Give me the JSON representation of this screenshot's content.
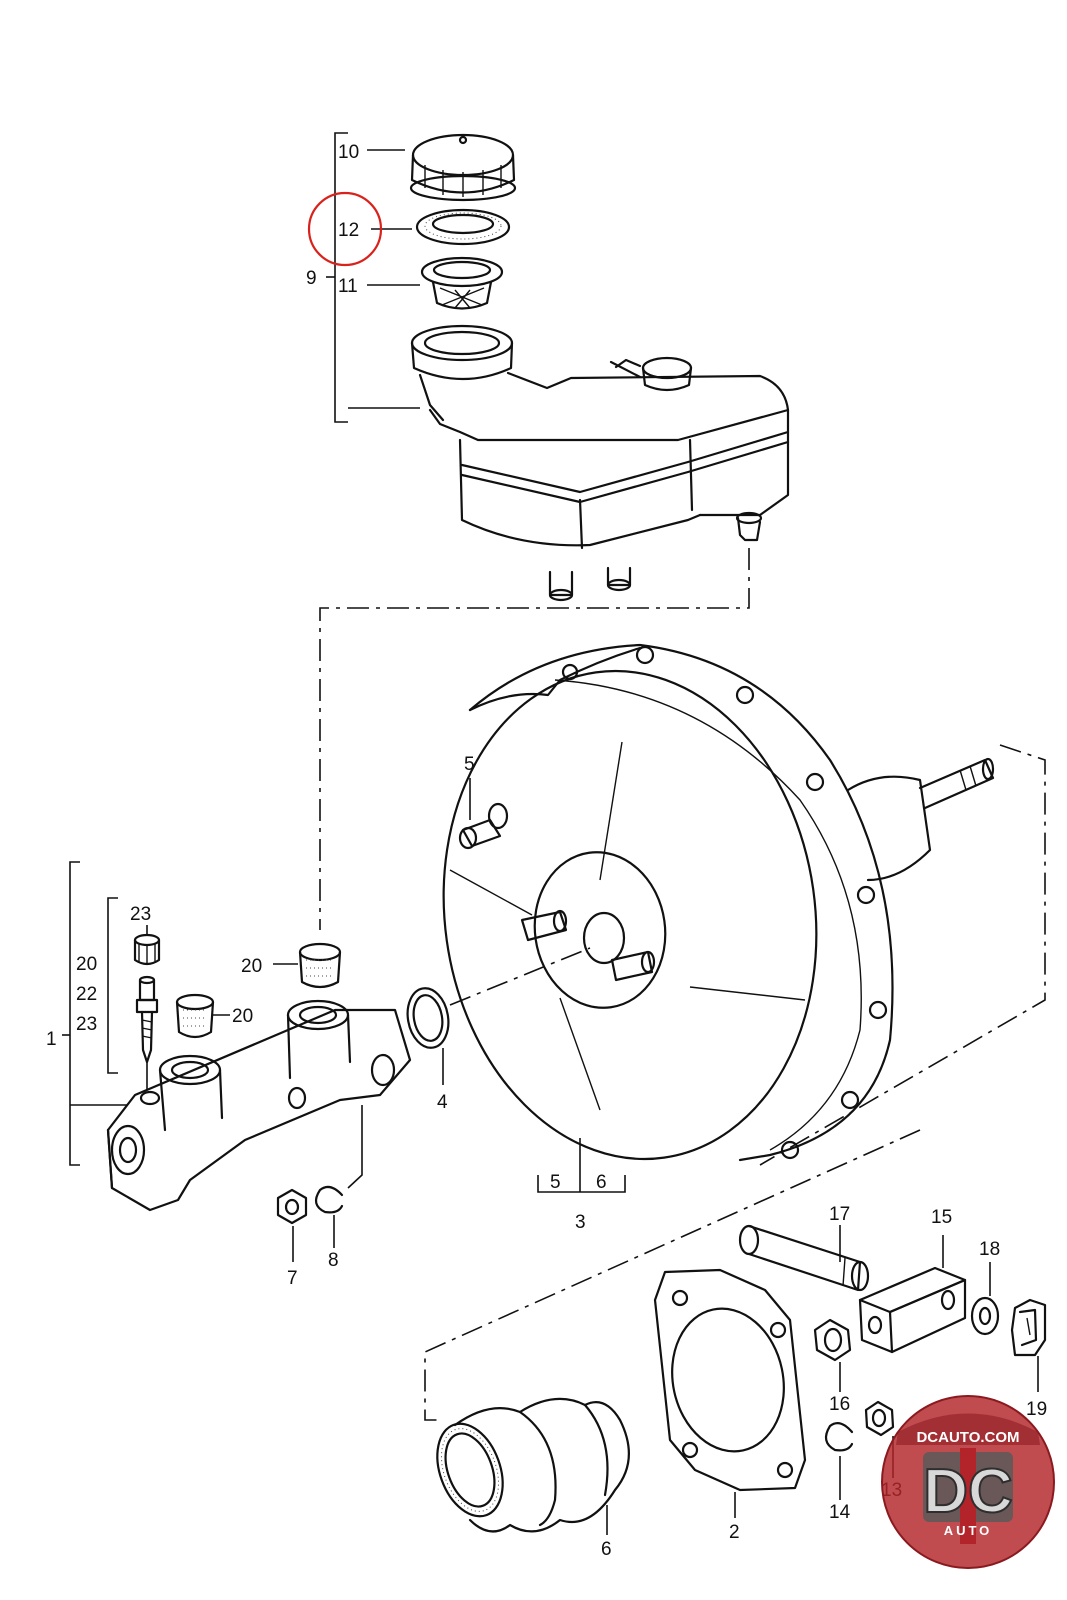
{
  "diagram": {
    "callouts": {
      "c1": "1",
      "c2": "2",
      "c3": "3",
      "c4": "4",
      "c5a": "5",
      "c5b": "5",
      "c6a": "6",
      "c6b": "6",
      "c7": "7",
      "c8": "8",
      "c9": "9",
      "c10": "10",
      "c11": "11",
      "c12": "12",
      "c13": "13",
      "c14": "14",
      "c15": "15",
      "c16": "16",
      "c17": "17",
      "c18": "18",
      "c19": "19",
      "c20a": "20",
      "c20b": "20",
      "c20c": "20",
      "c22": "22",
      "c23a": "23",
      "c23b": "23"
    },
    "highlight": {
      "label": "12",
      "color": "#d9221c"
    }
  },
  "logo": {
    "site": "DCAUTO.COM",
    "mark": "DC",
    "sub": "AUTO",
    "colors": {
      "red": "#b3242a",
      "dark": "#3a3a3a",
      "grey": "#9a9a9a"
    }
  }
}
